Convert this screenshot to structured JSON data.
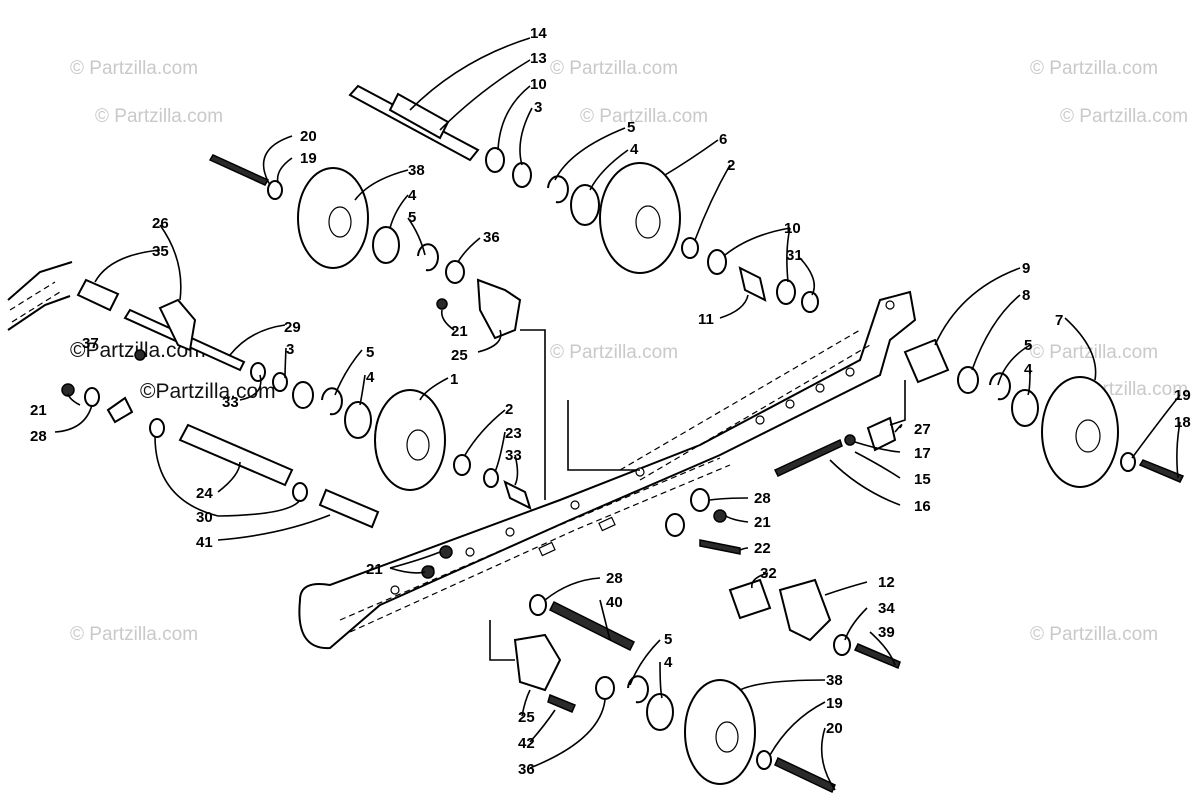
{
  "watermark": "© Partzilla.com",
  "watermark_inline": "©Partzilla.com",
  "callouts": {
    "c1": "1",
    "c2a": "2",
    "c2b": "2",
    "c3a": "3",
    "c3b": "3",
    "c4a": "4",
    "c4b": "4",
    "c4c": "4",
    "c4d": "4",
    "c4e": "4",
    "c5a": "5",
    "c5b": "5",
    "c5c": "5",
    "c5d": "5",
    "c5e": "5",
    "c6": "6",
    "c7": "7",
    "c8": "8",
    "c9": "9",
    "c10a": "10",
    "c10b": "10",
    "c11": "11",
    "c12": "12",
    "c13": "13",
    "c14": "14",
    "c15": "15",
    "c16": "16",
    "c17": "17",
    "c18": "18",
    "c19a": "19",
    "c19b": "19",
    "c19c": "19",
    "c20a": "20",
    "c20b": "20",
    "c21a": "21",
    "c21b": "21",
    "c21c": "21",
    "c21d": "21",
    "c22": "22",
    "c23": "23",
    "c24": "24",
    "c25a": "25",
    "c25b": "25",
    "c26": "26",
    "c27": "27",
    "c28a": "28",
    "c28b": "28",
    "c28c": "28",
    "c29": "29",
    "c30": "30",
    "c31": "31",
    "c32": "32",
    "c33a": "33",
    "c33b": "33",
    "c34": "34",
    "c35": "35",
    "c36a": "36",
    "c36b": "36",
    "c37": "37",
    "c38a": "38",
    "c38b": "38",
    "c39": "39",
    "c40": "40",
    "c41": "41",
    "c42": "42"
  }
}
